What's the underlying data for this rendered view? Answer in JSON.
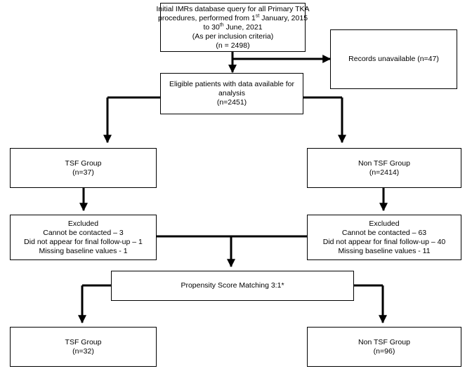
{
  "flowchart": {
    "initial_query": {
      "line1": "Initial IMRs database query for all Primary TKA",
      "line2_pre": "procedures, performed from 1",
      "line2_sup": "st",
      "line2_post": " January, 2015",
      "line3_pre": "to 30",
      "line3_sup": "th",
      "line3_post": " June, 2021",
      "line4": "(As per inclusion criteria)",
      "line5": "(n = 2498)"
    },
    "records_unavailable": "Records unavailable (n=47)",
    "eligible": {
      "line1": "Eligible patients with data available for",
      "line2": "analysis",
      "line3": "(n=2451)"
    },
    "tsf_group_initial": {
      "title": "TSF Group",
      "n": "(n=37)"
    },
    "non_tsf_group_initial": {
      "title": "Non TSF Group",
      "n": "(n=2414)"
    },
    "tsf_excluded": {
      "title": "Excluded",
      "line1": "Cannot be contacted – 3",
      "line2": "Did not appear for final follow-up – 1",
      "line3": "Missing baseline values - 1"
    },
    "non_tsf_excluded": {
      "title": "Excluded",
      "line1": "Cannot be contacted – 63",
      "line2": "Did not appear for final follow-up – 40",
      "line3": "Missing baseline values - 11"
    },
    "propensity": "Propensity Score Matching 3:1*",
    "tsf_group_final": {
      "title": "TSF Group",
      "n": "(n=32)"
    },
    "non_tsf_group_final": {
      "title": "Non TSF Group",
      "n": "(n=96)"
    }
  }
}
